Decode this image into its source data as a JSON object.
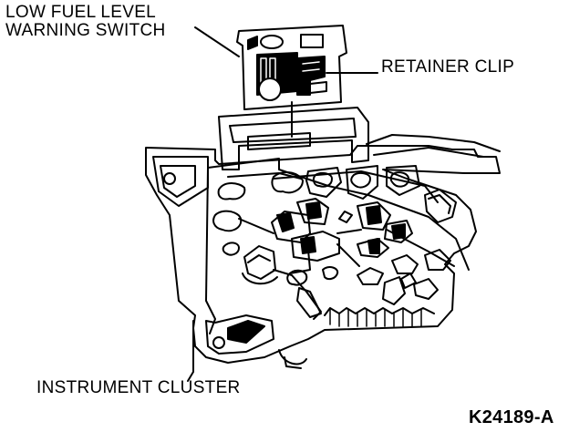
{
  "labels": {
    "switch_line1": "LOW FUEL LEVEL",
    "switch_line2": "WARNING SWITCH",
    "retainer_clip": "RETAINER CLIP",
    "instrument_cluster": "INSTRUMENT CLUSTER",
    "figure_code": "K24189-A"
  },
  "colors": {
    "ink": "#000000",
    "paper": "#ffffff"
  }
}
